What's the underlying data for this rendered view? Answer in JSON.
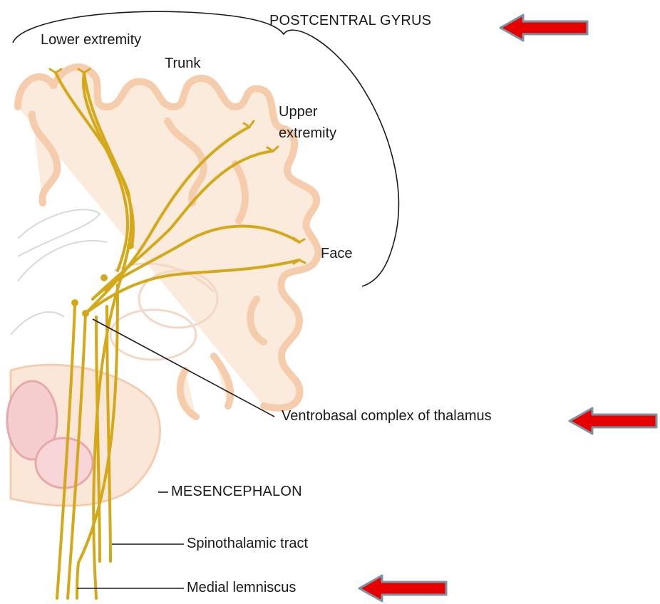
{
  "labels": {
    "lower_extremity": "Lower extremity",
    "trunk": "Trunk",
    "upper_extremity_line1": "Upper",
    "upper_extremity_line2": "extremity",
    "face": "Face",
    "postcentral_gyrus": "POSTCENTRAL GYRUS",
    "ventrobasal_complex": "Ventrobasal complex of thalamus",
    "mesencephalon": "MESENCEPHALON",
    "spinothalamic_tract": "Spinothalamic tract",
    "medial_lemniscus": "Medial lemniscus"
  },
  "colors": {
    "tract": "#d4a919",
    "brain_outline": "#f6cfae",
    "brain_fill": "#fbeadb",
    "gray_line": "#d8d8d8",
    "callout_line": "#1a1a1a",
    "arrow_fill": "#e60000",
    "arrow_border": "#7a96a6"
  },
  "icons": {
    "arrows": [
      "red-arrow-left-icon",
      "red-arrow-left-icon",
      "red-arrow-left-icon"
    ]
  }
}
